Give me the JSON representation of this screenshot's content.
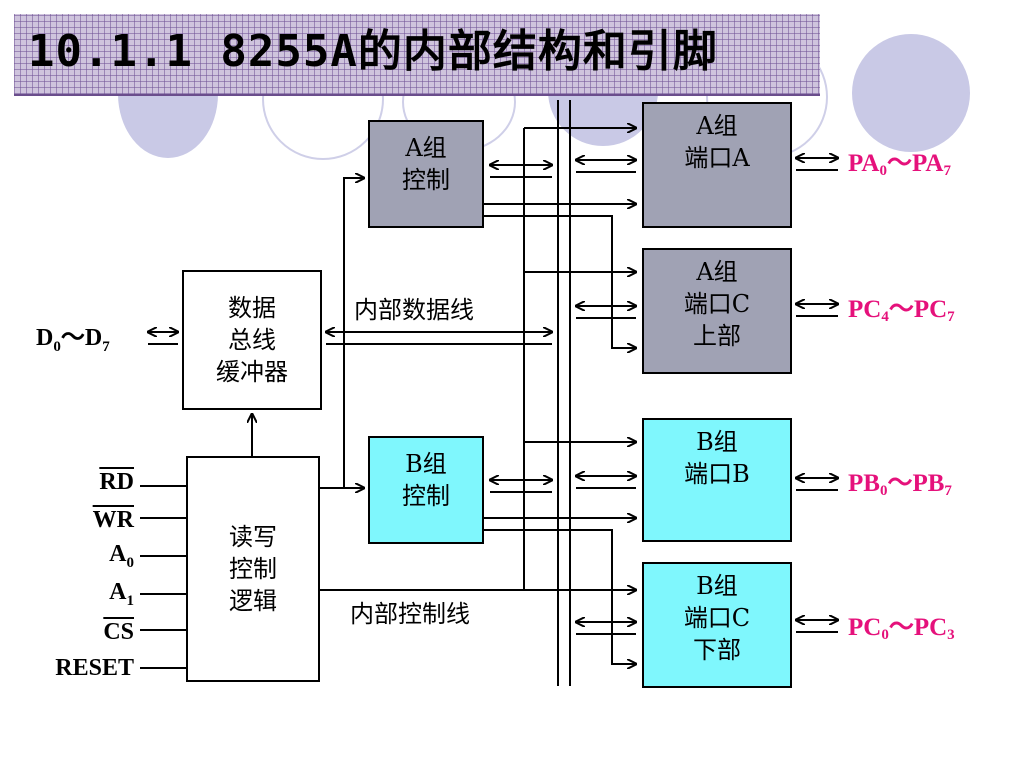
{
  "title": "10.1.1 8255A的内部结构和引脚",
  "colors": {
    "group_a": "#a0a2b4",
    "group_b": "#7ff7fd",
    "pin_label": "#e5117b",
    "title_bar": "#cfc4dd"
  },
  "blocks": {
    "data_bus_buffer": [
      "数据",
      "总线",
      "缓冲器"
    ],
    "rw_logic": [
      "读写",
      "控制",
      "逻辑"
    ],
    "group_a_control": [
      "A组",
      "控制"
    ],
    "group_b_control": [
      "B组",
      "控制"
    ],
    "port_a": [
      "A组",
      "端口A"
    ],
    "port_c_upper": [
      "A组",
      "端口C",
      "上部"
    ],
    "port_b": [
      "B组",
      "端口B"
    ],
    "port_c_lower": [
      "B组",
      "端口C",
      "下部"
    ]
  },
  "bus_labels": {
    "internal_data": "内部数据线",
    "internal_control": "内部控制线"
  },
  "data_pins": {
    "prefix": "D",
    "from": "0",
    "sep": "～",
    "to_prefix": "D",
    "to": "7"
  },
  "control_pins": [
    {
      "base": "RD",
      "sub": "",
      "overline": true
    },
    {
      "base": "WR",
      "sub": "",
      "overline": true
    },
    {
      "base": "A",
      "sub": "0",
      "overline": false
    },
    {
      "base": "A",
      "sub": "1",
      "overline": false
    },
    {
      "base": "CS",
      "sub": "",
      "overline": true
    },
    {
      "base": "RESET",
      "sub": "",
      "overline": false
    }
  ],
  "port_pins": [
    {
      "prefix": "PA",
      "from": "0",
      "sep": "～",
      "to_prefix": "PA",
      "to": "7"
    },
    {
      "prefix": "PC",
      "from": "4",
      "sep": "～",
      "to_prefix": "PC",
      "to": "7"
    },
    {
      "prefix": "PB",
      "from": "0",
      "sep": "～",
      "to_prefix": "PB",
      "to": "7"
    },
    {
      "prefix": "PC",
      "from": "0",
      "sep": "～",
      "to_prefix": "PC",
      "to": "3"
    }
  ]
}
